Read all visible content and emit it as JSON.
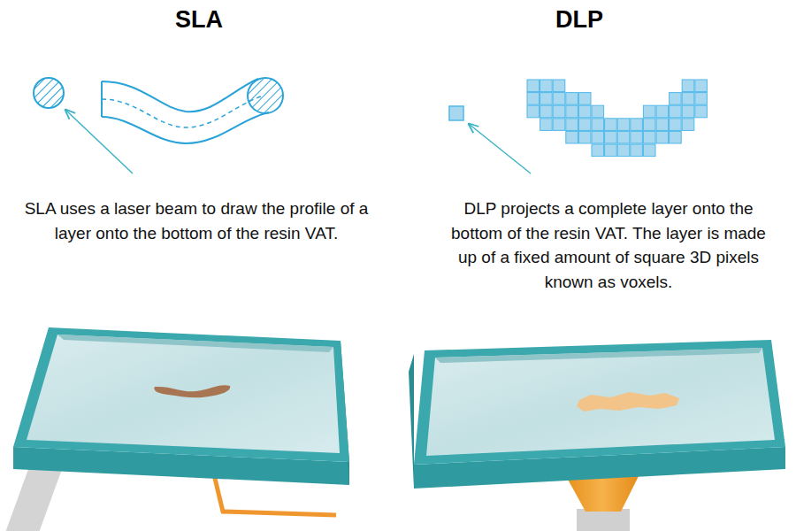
{
  "diagram": {
    "labels": [
      "SLA",
      "DLP",
      "SLA uses a laser beam to draw the profile of a layer onto the bottom of the resin VAT.",
      "DLP projects a complete layer onto the bottom of the resin VAT. The layer is made up of a fixed amount of square 3D pixels known as voxels."
    ]
  }
}
